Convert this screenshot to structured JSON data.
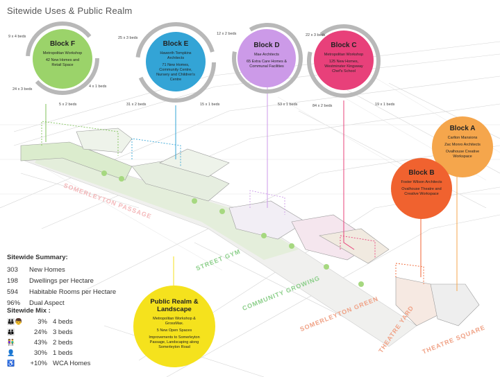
{
  "title": "Sitewide Uses & Public Realm",
  "colors": {
    "block_f": "#9bd36a",
    "block_e": "#33a4d6",
    "block_d": "#cc9ae8",
    "block_c": "#e8407a",
    "block_b": "#f0622f",
    "block_a": "#f5a64c",
    "public_realm": "#f5e21d",
    "ring": "#b5b5b5",
    "street_green": "#8ccf8a",
    "street_orange": "#f0a286",
    "street_pink": "#f4b8ba"
  },
  "blocks": {
    "f": {
      "name": "Block F",
      "architect": "Metropolitan Workshop",
      "uses": "42 New Homes and Retail Space",
      "beds": [
        "9 x 4 beds",
        "24 x 3 beds",
        "5 x 2 beds",
        "4 x 1 beds"
      ]
    },
    "e": {
      "name": "Block E",
      "architect": "Haworth Tompkins Architects",
      "uses": "71 New Homes, Community Centre, Nursery and Children's Centre",
      "beds": [
        "25 x 3 beds",
        "31 x 2 beds",
        "15 x 1 beds"
      ]
    },
    "d": {
      "name": "Block D",
      "architect": "Mae Architects",
      "uses": "65 Extra Care Homes & Communal Facilities",
      "beds": [
        "12 x 2 beds",
        "53 x 1 beds"
      ]
    },
    "c": {
      "name": "Block C",
      "architect": "Metropolitan Workshop",
      "uses": "125 New Homes, Westminster Kingsway Chef's School",
      "beds": [
        "22 x 3 beds",
        "84 x 2 beds",
        "19 x 1 beds"
      ]
    },
    "b": {
      "name": "Block B",
      "architect": "Foster Wilson Architects",
      "uses": "Ovalhouse Theatre and Creative Workspace"
    },
    "a": {
      "name": "Block A",
      "line1": "Carlton Mansions",
      "architect": "Zac Monro Architects",
      "uses": "Ovalhouse Creative Workspace"
    }
  },
  "public_realm": {
    "name": "Public Realm & Landscape",
    "l1": "Metropolitan Workshop & GrossMax.",
    "l2": "5 New Open Spaces",
    "l3": "Improvements to Somerleyton Passage, Landscaping along Somerleyton Road"
  },
  "streets": {
    "s1": "SOMERLEYTON PASSAGE",
    "s2": "STREET GYM",
    "s3": "COMMUNITY GROWING",
    "s4": "SOMERLEYTON GREEN",
    "s5": "THEATRE YARD",
    "s6": "THEATRE SQUARE"
  },
  "summary": {
    "heading": "Sitewide Summary:",
    "rows": [
      {
        "value": "303",
        "label": "New Homes"
      },
      {
        "value": "198",
        "label": "Dwellings per Hectare"
      },
      {
        "value": "594",
        "label": "Habitable Rooms per Hectare"
      },
      {
        "value": "96%",
        "label": "Dual Aspect"
      }
    ]
  },
  "mix": {
    "heading": "Sitewide Mix :",
    "rows": [
      {
        "icon": "family-4-icon",
        "pct": "3%",
        "label": "4 beds"
      },
      {
        "icon": "family-3-icon",
        "pct": "24%",
        "label": "3 beds"
      },
      {
        "icon": "family-2-icon",
        "pct": "43%",
        "label": "2 beds"
      },
      {
        "icon": "person-icon",
        "pct": "30%",
        "label": "1 beds"
      },
      {
        "icon": "wheelchair-icon",
        "pct": "+10%",
        "label": "WCA Homes"
      }
    ]
  }
}
